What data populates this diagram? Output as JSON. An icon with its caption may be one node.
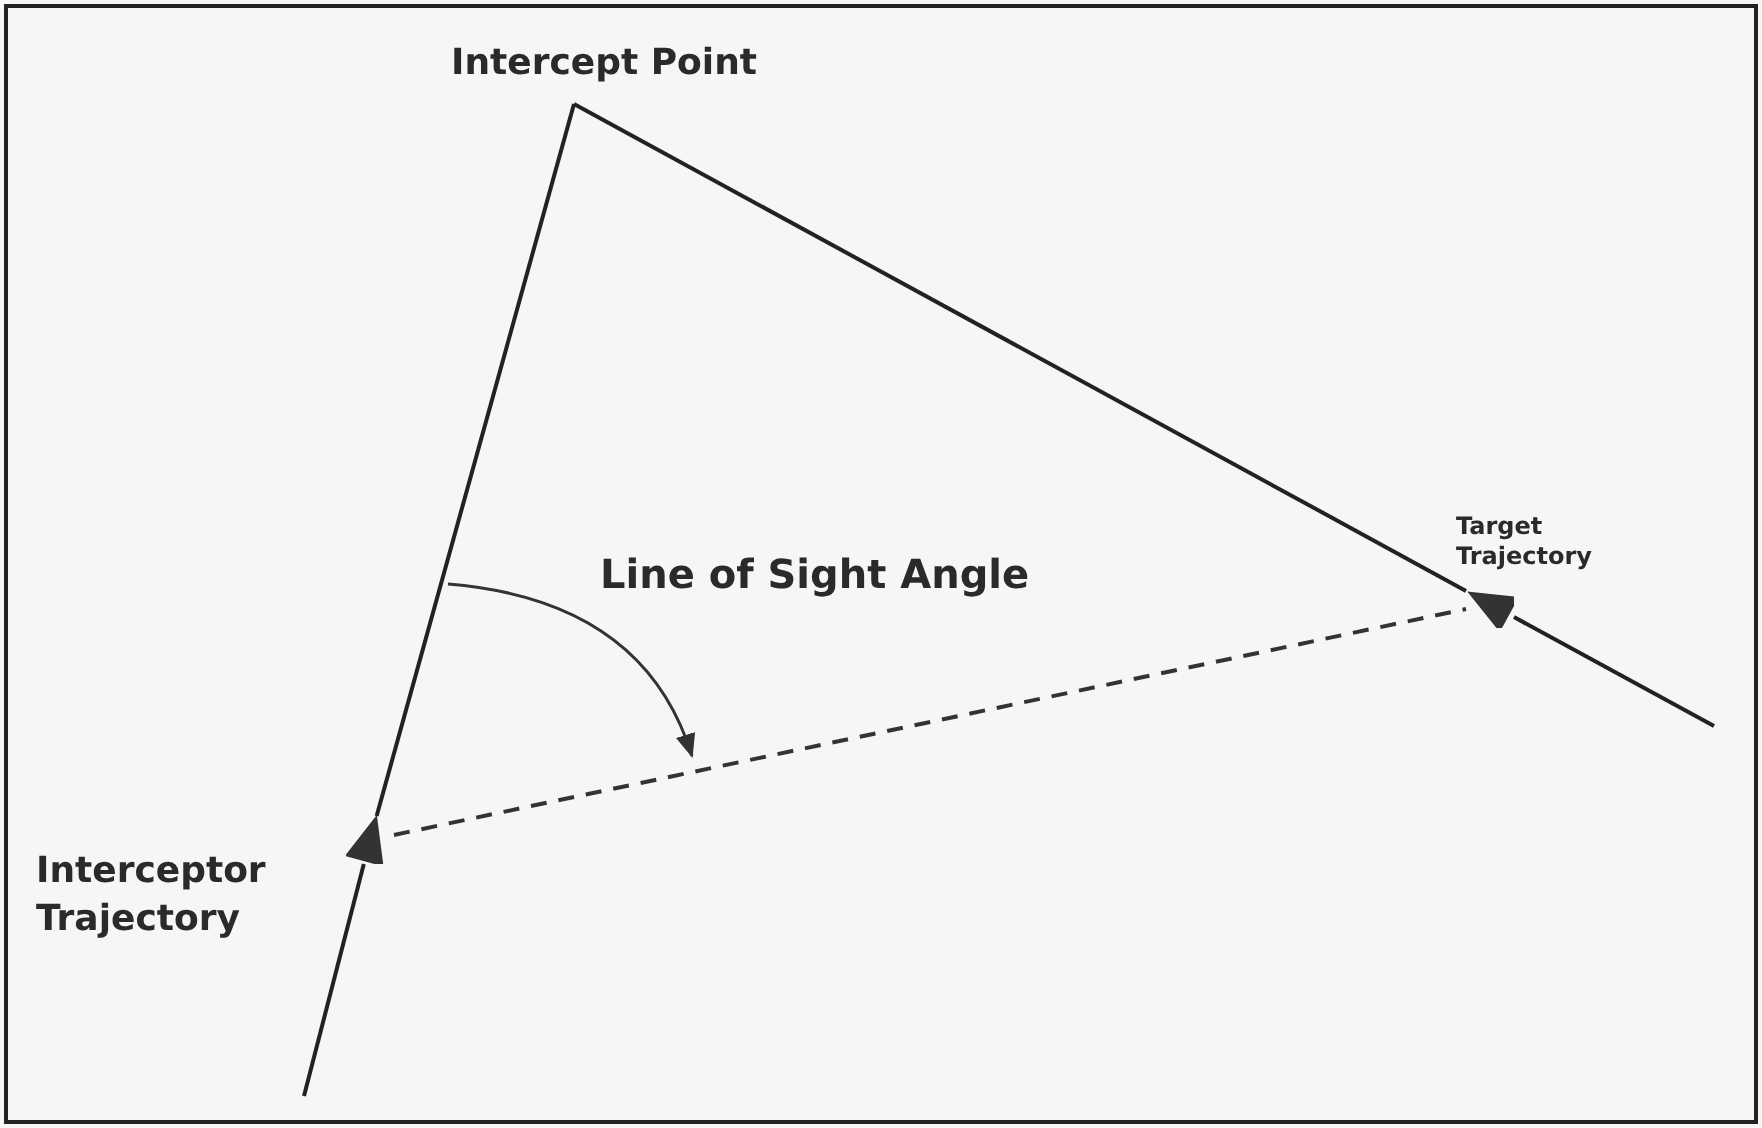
{
  "diagram": {
    "nodes": [
      {
        "text": [
          "Intercept Point"
        ]
      },
      {
        "text": [
          "Interceptor Trajectory"
        ]
      },
      {
        "text": [
          "Target Trajectory"
        ]
      },
      {
        "text": [],
        "shape": "triangle"
      },
      {
        "text": [],
        "shape": "triangle"
      }
    ],
    "edges": [
      {
        "from": null,
        "to": 3,
        "arrow": "none"
      },
      {
        "from": 3,
        "to": 0,
        "arrow": "none"
      },
      {
        "from": null,
        "to": 4,
        "arrow": "none"
      },
      {
        "from": 4,
        "to": 0,
        "arrow": "none"
      },
      {
        "from": 3,
        "to": 4,
        "arrow": "none",
        "style": "dashed"
      }
    ],
    "labels": [
      "Line of Sight Angle"
    ]
  }
}
